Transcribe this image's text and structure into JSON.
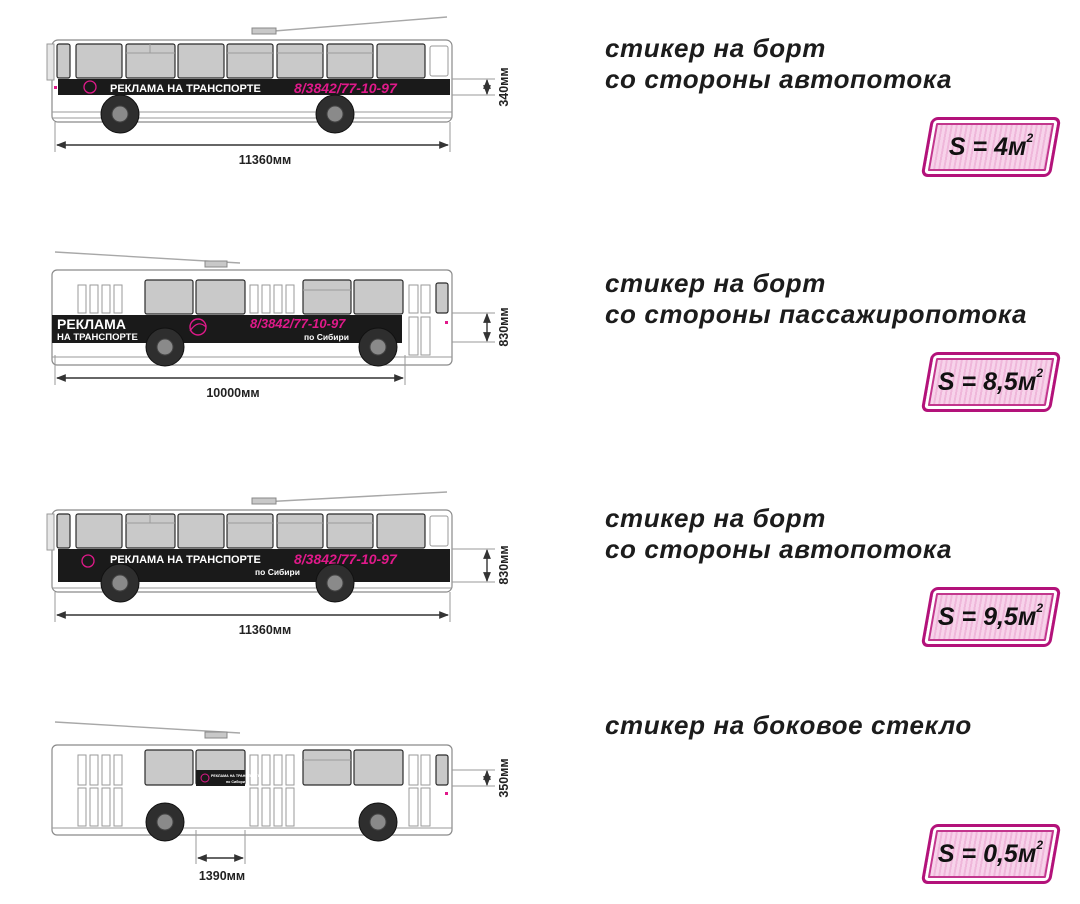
{
  "colors": {
    "band": "#1a1a1a",
    "accent": "#e0198a",
    "badge_border": "#b3127a",
    "badge_fill": "#f7d3ea"
  },
  "blocks": [
    {
      "caption_line1": "стикер на борт",
      "caption_line2": "со стороны автопотока",
      "area": "S = 4м",
      "area_sup": "2",
      "length_label": "11360мм",
      "height_label": "340мм",
      "sticker": {
        "line1": "РЕКЛАМА НА ТРАНСПОРТЕ",
        "phone": "8/3842/77-10-97"
      }
    },
    {
      "caption_line1": "стикер на борт",
      "caption_line2": "со стороны пассажиропотока",
      "area": "S = 8,5м",
      "area_sup": "2",
      "length_label": "10000мм",
      "height_label": "830мм",
      "sticker": {
        "line1": "РЕКЛАМА",
        "line2": "НА ТРАНСПОРТЕ",
        "phone": "8/3842/77-10-97",
        "sub": "по Сибири"
      }
    },
    {
      "caption_line1": "стикер на борт",
      "caption_line2": "со стороны автопотока",
      "area": "S = 9,5м",
      "area_sup": "2",
      "length_label": "11360мм",
      "height_label": "830мм",
      "sticker": {
        "line1": "РЕКЛАМА НА ТРАНСПОРТЕ",
        "phone": "8/3842/77-10-97",
        "sub": "по Сибири"
      }
    },
    {
      "caption_line1": "стикер на боковое стекло",
      "area": "S = 0,5м",
      "area_sup": "2",
      "length_label": "1390мм",
      "height_label": "350мм",
      "sticker": {
        "line1": "РЕКЛАМА НА ТРАНСПОРТЕ",
        "sub": "по Сибири"
      }
    }
  ]
}
